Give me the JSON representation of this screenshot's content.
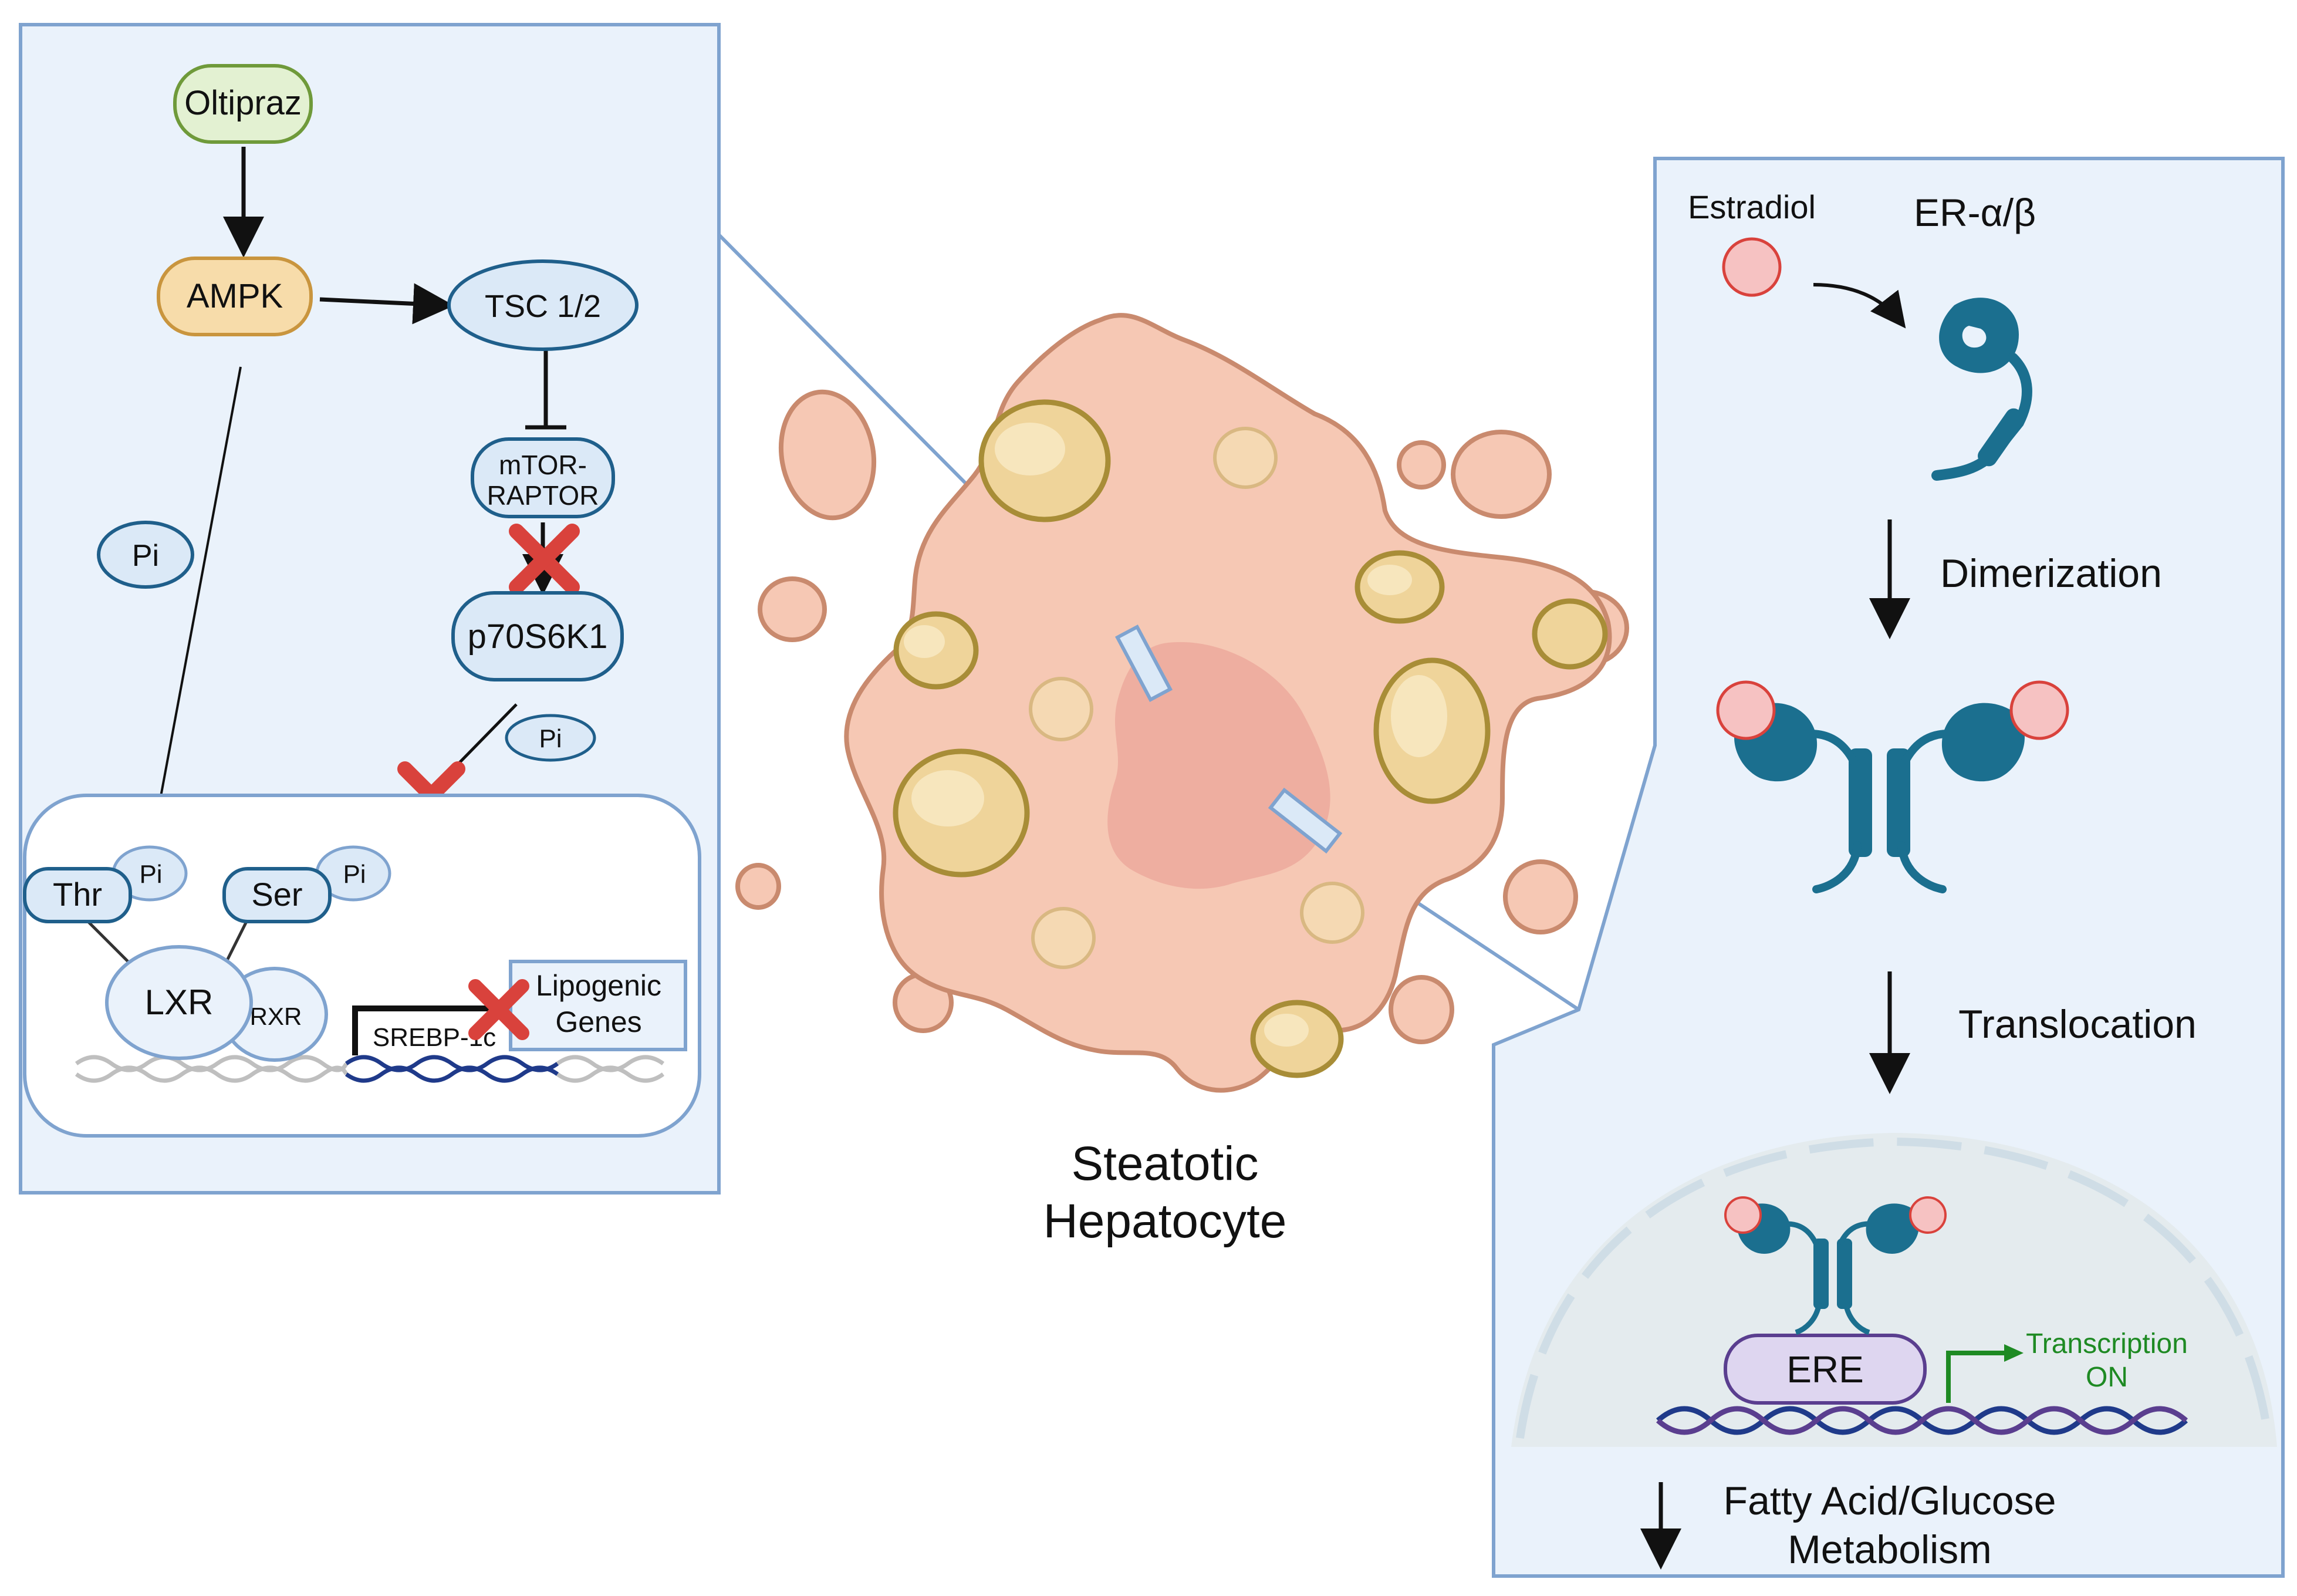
{
  "left_panel": {
    "oltipraz": "Oltipraz",
    "ampk": "AMPK",
    "tsc": "TSC 1/2",
    "mtor_line1": "mTOR-",
    "mtor_line2": "RAPTOR",
    "p70": "p70S6K1",
    "pi": "Pi",
    "thr": "Thr",
    "ser": "Ser",
    "lxr": "LXR",
    "rxr": "RXR",
    "srebp": "SREBP-1c",
    "lipogenic_line1": "Lipogenic",
    "lipogenic_line2": "Genes"
  },
  "center": {
    "label_line1": "Steatotic",
    "label_line2": "Hepatocyte"
  },
  "right_panel": {
    "estradiol": "Estradiol",
    "er": "ER-α/β",
    "dimerization": "Dimerization",
    "translocation": "Translocation",
    "ere": "ERE",
    "transcription_line1": "Transcription",
    "transcription_line2": "ON",
    "outcome_line1": "Fatty Acid/Glucose",
    "outcome_line2": "Metabolism"
  },
  "colors": {
    "panel_fill": "#eaf2fb",
    "panel_stroke": "#7fa3cf",
    "node_fill": "#dbe9f7",
    "node_stroke": "#1f5f8b",
    "ampk_fill": "#f7dcaa",
    "ampk_stroke": "#c9953e",
    "oltipraz_fill": "#e3f1d2",
    "oltipraz_stroke": "#6f9a3a",
    "red_x": "#d9423c",
    "receptor": "#1b6f8f",
    "ligand": "#f6c2c2",
    "ligand_stroke": "#d9423c",
    "cell_fill": "#f6c8b4",
    "cell_stroke": "#c98a6e",
    "droplet_fill": "#efd49a",
    "droplet_stroke": "#a88d37",
    "transcription_green": "#1e8a23"
  }
}
